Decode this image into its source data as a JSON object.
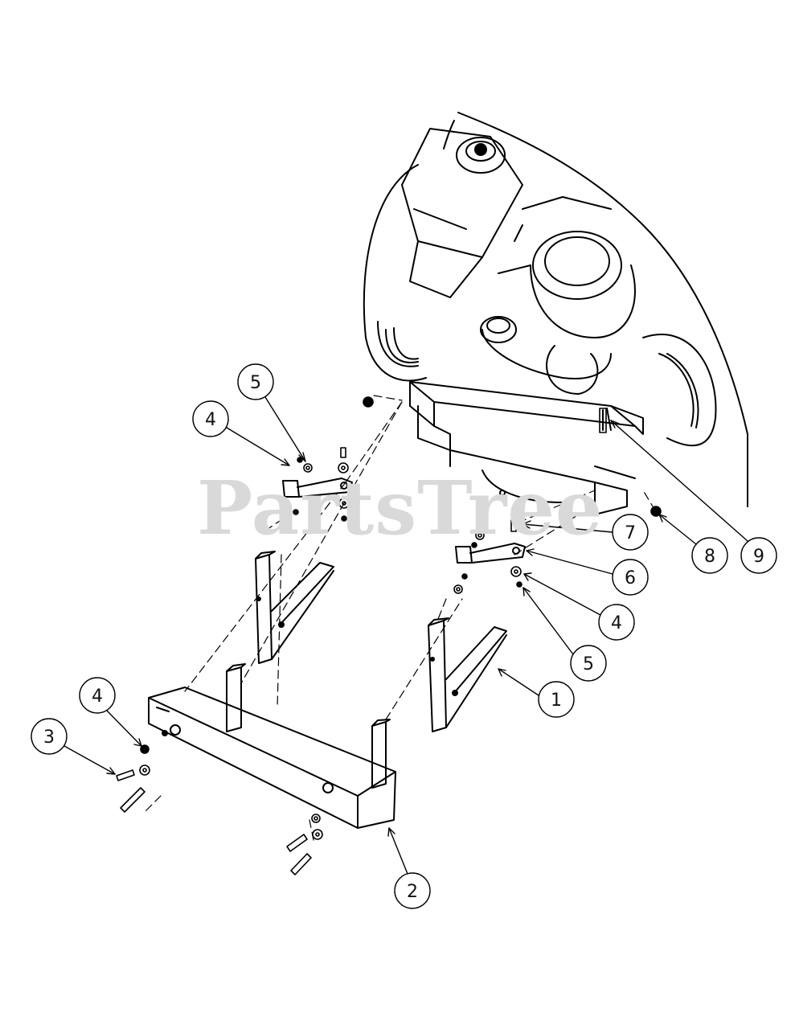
{
  "diagram": {
    "watermark": "PartsTree",
    "callouts": [
      {
        "id": "callout-1",
        "label": "1"
      },
      {
        "id": "callout-2",
        "label": "2"
      },
      {
        "id": "callout-3",
        "label": "3"
      },
      {
        "id": "callout-4a",
        "label": "4"
      },
      {
        "id": "callout-4b",
        "label": "4"
      },
      {
        "id": "callout-4c",
        "label": "4"
      },
      {
        "id": "callout-5a",
        "label": "5"
      },
      {
        "id": "callout-5b",
        "label": "5"
      },
      {
        "id": "callout-6",
        "label": "6"
      },
      {
        "id": "callout-7",
        "label": "7"
      },
      {
        "id": "callout-8",
        "label": "8"
      },
      {
        "id": "callout-9",
        "label": "9"
      }
    ]
  }
}
